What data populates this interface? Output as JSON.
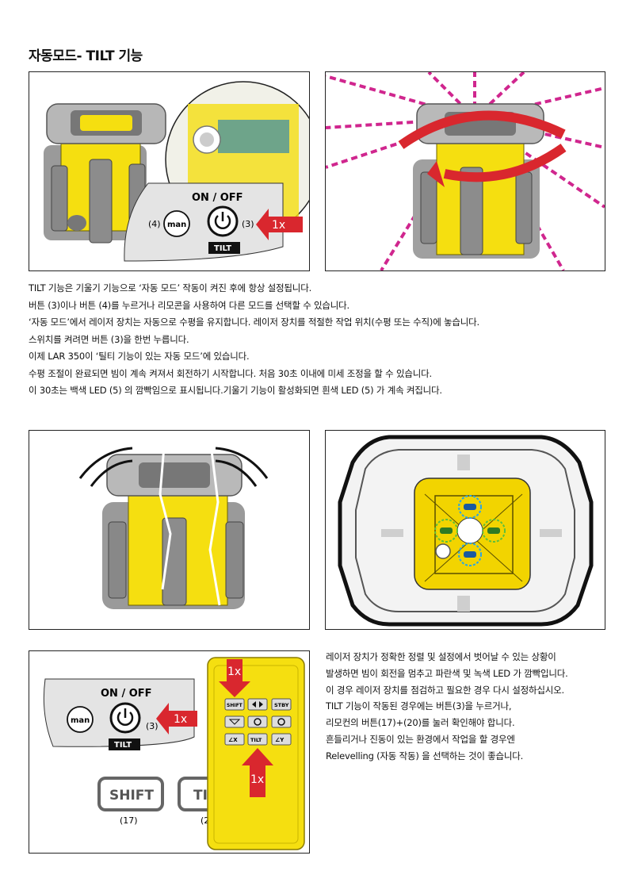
{
  "page_title": "자동모드- TILT 기능",
  "panel1": {
    "on_off": "ON / OFF",
    "label_4": "(4)",
    "man": "man",
    "label_3": "(3)",
    "tilt": "TILT",
    "press": "1x"
  },
  "intro_lines": [
    "TILT 기능은 기울기 기능으로 ‘자동 모드’ 작동이 켜진 후에 항상 설정됩니다.",
    "버튼 (3)이나 버튼 (4)를 누르거나 리모콘을 사용하여 다른 모드를 선택할 수 있습니다.",
    "‘자동 모드’에서 레이저 장치는 자동으로 수평을 유지합니다. 레이저 장치를 적절한 작업 위치(수평 또는 수직)에 놓습니다.",
    "스위치를 켜려면 버튼 (3)을 한번 누릅니다.",
    "이제 LAR 350이 ‘틸티 기능이 있는 자동 모드’에 있습니다.",
    "수평 조절이 완료되면 빔이 계속 켜져서 회전하기 시작합니다. 처음 30초 이내에 미세 조정을 할 수 있습니다.",
    "이 30초는 백색 LED (5) 의 깜빡임으로 표시됩니다.기울기 기능이 활성화되면 흰색 LED (5) 가 계속 켜집니다."
  ],
  "panel5": {
    "on_off": "ON / OFF",
    "man": "man",
    "label_3": "(3)",
    "tilt": "TILT",
    "press_power": "1x",
    "shift_big": "SHIFT",
    "tilt_big": "TILT",
    "label_17": "(17)",
    "label_20": "(20)",
    "press_shift": "1x",
    "press_tilt": "1x",
    "remote_shift": "SHIFT",
    "remote_stby": "STBY",
    "remote_tilt": "TILT",
    "remote_ax": "∠X",
    "remote_ay": "∠Y"
  },
  "outro_lines": [
    "레이저 장치가 정확한 정렬 및 설정에서 벗어날 수 있는 상황이",
    "발생하면 빔이 회전을 멈추고 파란색 및 녹색 LED 가 깜빡입니다.",
    "이 경우 레이저 장치를 점검하고 필요한 경우 다시 설정하십시오.",
    "TILT 기능이 작동된 경우에는 버튼(3)을 누르거나,",
    "리모컨의 버튼(17)+(20)를 눌러 확인해야 합니다.",
    "흔들리거나 진동이 있는 환경에서 작업을 할 경우엔",
    "Relevelling (자동 작동) 을 선택하는 것이 좋습니다."
  ]
}
